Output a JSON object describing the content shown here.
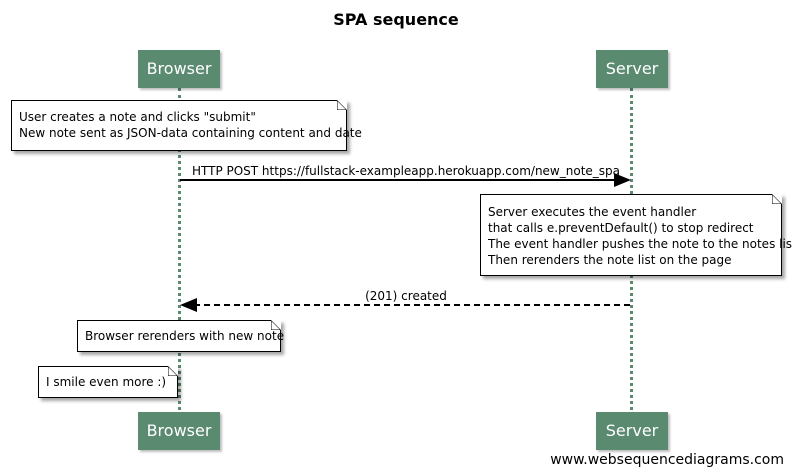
{
  "title": "SPA sequence",
  "participants": {
    "browser": "Browser",
    "server": "Server"
  },
  "notes": {
    "browser_submit": [
      "User creates a note and clicks \"submit\"",
      "New note sent as JSON-data containing content and date"
    ],
    "server_handler": [
      "Server executes the event handler",
      "that calls e.preventDefault() to stop redirect",
      "The event handler pushes the note to the notes list",
      "Then rerenders the note list on the page"
    ],
    "browser_rerender": [
      "Browser rerenders with new note"
    ],
    "browser_smile": [
      "I smile even more :)"
    ]
  },
  "messages": {
    "post": "HTTP POST https://fullstack-exampleapp.herokuapp.com/new_note_spa",
    "created": "(201) created"
  },
  "watermark": "www.websequencediagrams.com",
  "colors": {
    "participant_fill": "#5a8a6f",
    "lifeline": "#5a8a6f"
  }
}
